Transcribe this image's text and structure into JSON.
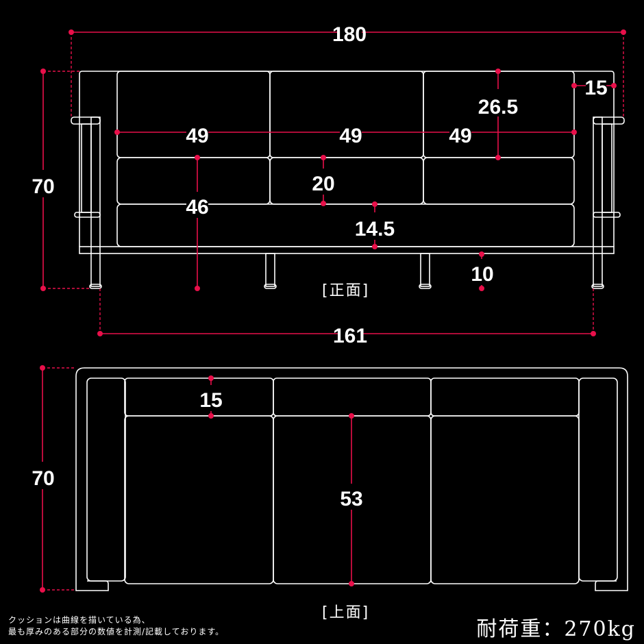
{
  "front_view": {
    "label": "[正面]",
    "dims": {
      "width_total": "180",
      "arm_width": "15",
      "back_height": "26.5",
      "seat_width_1": "49",
      "seat_width_2": "49",
      "seat_width_3": "49",
      "height_total": "70",
      "seat_height": "46",
      "seat_cushion": "20",
      "base_height": "14.5",
      "leg_height": "10",
      "leg_span": "161"
    }
  },
  "top_view": {
    "label": "[上面]",
    "dims": {
      "depth_total": "70",
      "back_depth": "15",
      "seat_depth": "53"
    }
  },
  "note_lines": [
    "クッションは曲線を描いている為、",
    "最も厚みのある部分の数値を計測/記載しております。"
  ],
  "load_capacity": "耐荷重：270kg",
  "colors": {
    "background": "#000000",
    "outline": "#ffffff",
    "dimension": "#e8104a"
  }
}
